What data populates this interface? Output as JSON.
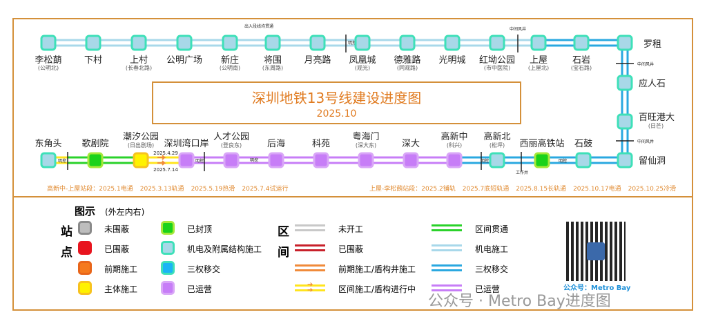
{
  "title": "深圳地铁13号线建设进度图",
  "date": "2025.10",
  "colors": {
    "frame": "#d4903a",
    "title": "#e07b20"
  },
  "top_row": [
    {
      "name": "李松蓢",
      "sub": "(公明北)",
      "status": "mep"
    },
    {
      "name": "下村",
      "sub": "",
      "status": "mep"
    },
    {
      "name": "上村",
      "sub": "(长春北路)",
      "status": "mep"
    },
    {
      "name": "公明广场",
      "sub": "",
      "status": "mep"
    },
    {
      "name": "新庄",
      "sub": "(公明南)",
      "status": "mep"
    },
    {
      "name": "将围",
      "sub": "(东周路)",
      "status": "mep"
    },
    {
      "name": "月亮路",
      "sub": "",
      "status": "mep"
    },
    {
      "name": "凤凰城",
      "sub": "(观光)",
      "status": "mep"
    },
    {
      "name": "德雅路",
      "sub": "(同观路)",
      "status": "mep"
    },
    {
      "name": "光明城",
      "sub": "",
      "status": "mep"
    },
    {
      "name": "红坳公园",
      "sub": "(市中医院)",
      "status": "mep"
    },
    {
      "name": "上屋",
      "sub": "(上屋北)",
      "status": "mep"
    },
    {
      "name": "石岩",
      "sub": "(宝石路)",
      "status": "mep"
    },
    {
      "name": "罗租",
      "sub": "",
      "status": "mep"
    }
  ],
  "right_col": [
    {
      "name": "应人石",
      "sub": "",
      "status": "mep"
    },
    {
      "name": "百旺港大",
      "sub": "(日芒)",
      "status": "mep"
    },
    {
      "name": "留仙洞",
      "sub": "",
      "status": "mep"
    }
  ],
  "bottom_row": [
    {
      "name": "东角头",
      "sub": "",
      "status": "mep"
    },
    {
      "name": "歌剧院",
      "sub": "",
      "status": "capped"
    },
    {
      "name": "潮汐公园",
      "sub": "(日出剧场)",
      "status": "main"
    },
    {
      "name": "深圳湾口岸",
      "sub": "",
      "status": "operating"
    },
    {
      "name": "人才公园",
      "sub": "(登良东)",
      "status": "operating"
    },
    {
      "name": "后海",
      "sub": "",
      "status": "operating"
    },
    {
      "name": "科苑",
      "sub": "",
      "status": "operating"
    },
    {
      "name": "粤海门",
      "sub": "(深大东)",
      "status": "operating"
    },
    {
      "name": "深大",
      "sub": "",
      "status": "operating"
    },
    {
      "name": "高新中",
      "sub": "(科兴)",
      "status": "operating"
    },
    {
      "name": "高新北",
      "sub": "(松坪)",
      "status": "mep"
    },
    {
      "name": "西丽高铁站",
      "sub": "",
      "status": "capped"
    },
    {
      "name": "石鼓",
      "sub": "",
      "status": "mep"
    }
  ],
  "markers": {
    "depot": "出入段线均贯通",
    "cut1": "明挖",
    "cut2": "明挖",
    "cut3": "明挖",
    "cut4": "明挖",
    "cut5": "明挖",
    "cut6": "明挖",
    "shaft1": "中间风井",
    "shaft2": "中间风井",
    "shaft3": "中间风井",
    "workshaft": "工作井",
    "arrow_date1": "2025.4.29",
    "arrow_date2": "2025.7.14"
  },
  "notes_left": [
    "高新中-上屋站段：2025.1电通",
    "2025.3.13轨通",
    "2025.5.19热滑",
    "2025.7.4试运行"
  ],
  "notes_right": [
    "上屋-李松蓢站段：2025.2铺轨",
    "2025.7底短轨通",
    "2025.8.15长轨通",
    "2025.10.17电通",
    "2025.10.25冷滑"
  ],
  "legend": {
    "heading": "图示",
    "heading_sub": "(外左内右)",
    "station_char1": "站",
    "station_char2": "点",
    "section_char1": "区",
    "section_char2": "间",
    "stations": [
      {
        "label": "未围蔽",
        "fill": "#bdbdbd",
        "border": "#8a8a8a"
      },
      {
        "label": "已围蔽",
        "fill": "#e8141e",
        "border": "#e8141e"
      },
      {
        "label": "前期施工",
        "fill": "#f57a1e",
        "border": "#e8651a"
      },
      {
        "label": "主体施工",
        "fill": "#fff200",
        "border": "#f7c21e"
      },
      {
        "label": "已封顶",
        "fill": "#1ad21a",
        "border": "#a6e83a"
      },
      {
        "label": "机电及附属结构施工",
        "fill": "#a8d8e8",
        "border": "#3ee0b8"
      },
      {
        "label": "三权移交",
        "fill": "#1ab4f5",
        "border": "#3ee0b8"
      },
      {
        "label": "已运营",
        "fill": "#c77df7",
        "border": "#d9a6f7"
      }
    ],
    "sections": [
      {
        "label": "未开工",
        "color": "#c8c8c8"
      },
      {
        "label": "已围蔽",
        "color": "#c8202a"
      },
      {
        "label": "前期施工/盾构井施工",
        "color": "#f08a3a"
      },
      {
        "label": "区间施工/盾构进行中",
        "color": "#ffe41e"
      },
      {
        "label": "区间贯通",
        "color": "#2ad22a"
      },
      {
        "label": "机电施工",
        "color": "#a8d8ea"
      },
      {
        "label": "三权移交",
        "color": "#2aa8e0"
      },
      {
        "label": "已运营",
        "color": "#c77df7"
      }
    ]
  },
  "qr_label": "公众号：Metro Bay",
  "watermark": "公众号 · Metro Bay进度图"
}
